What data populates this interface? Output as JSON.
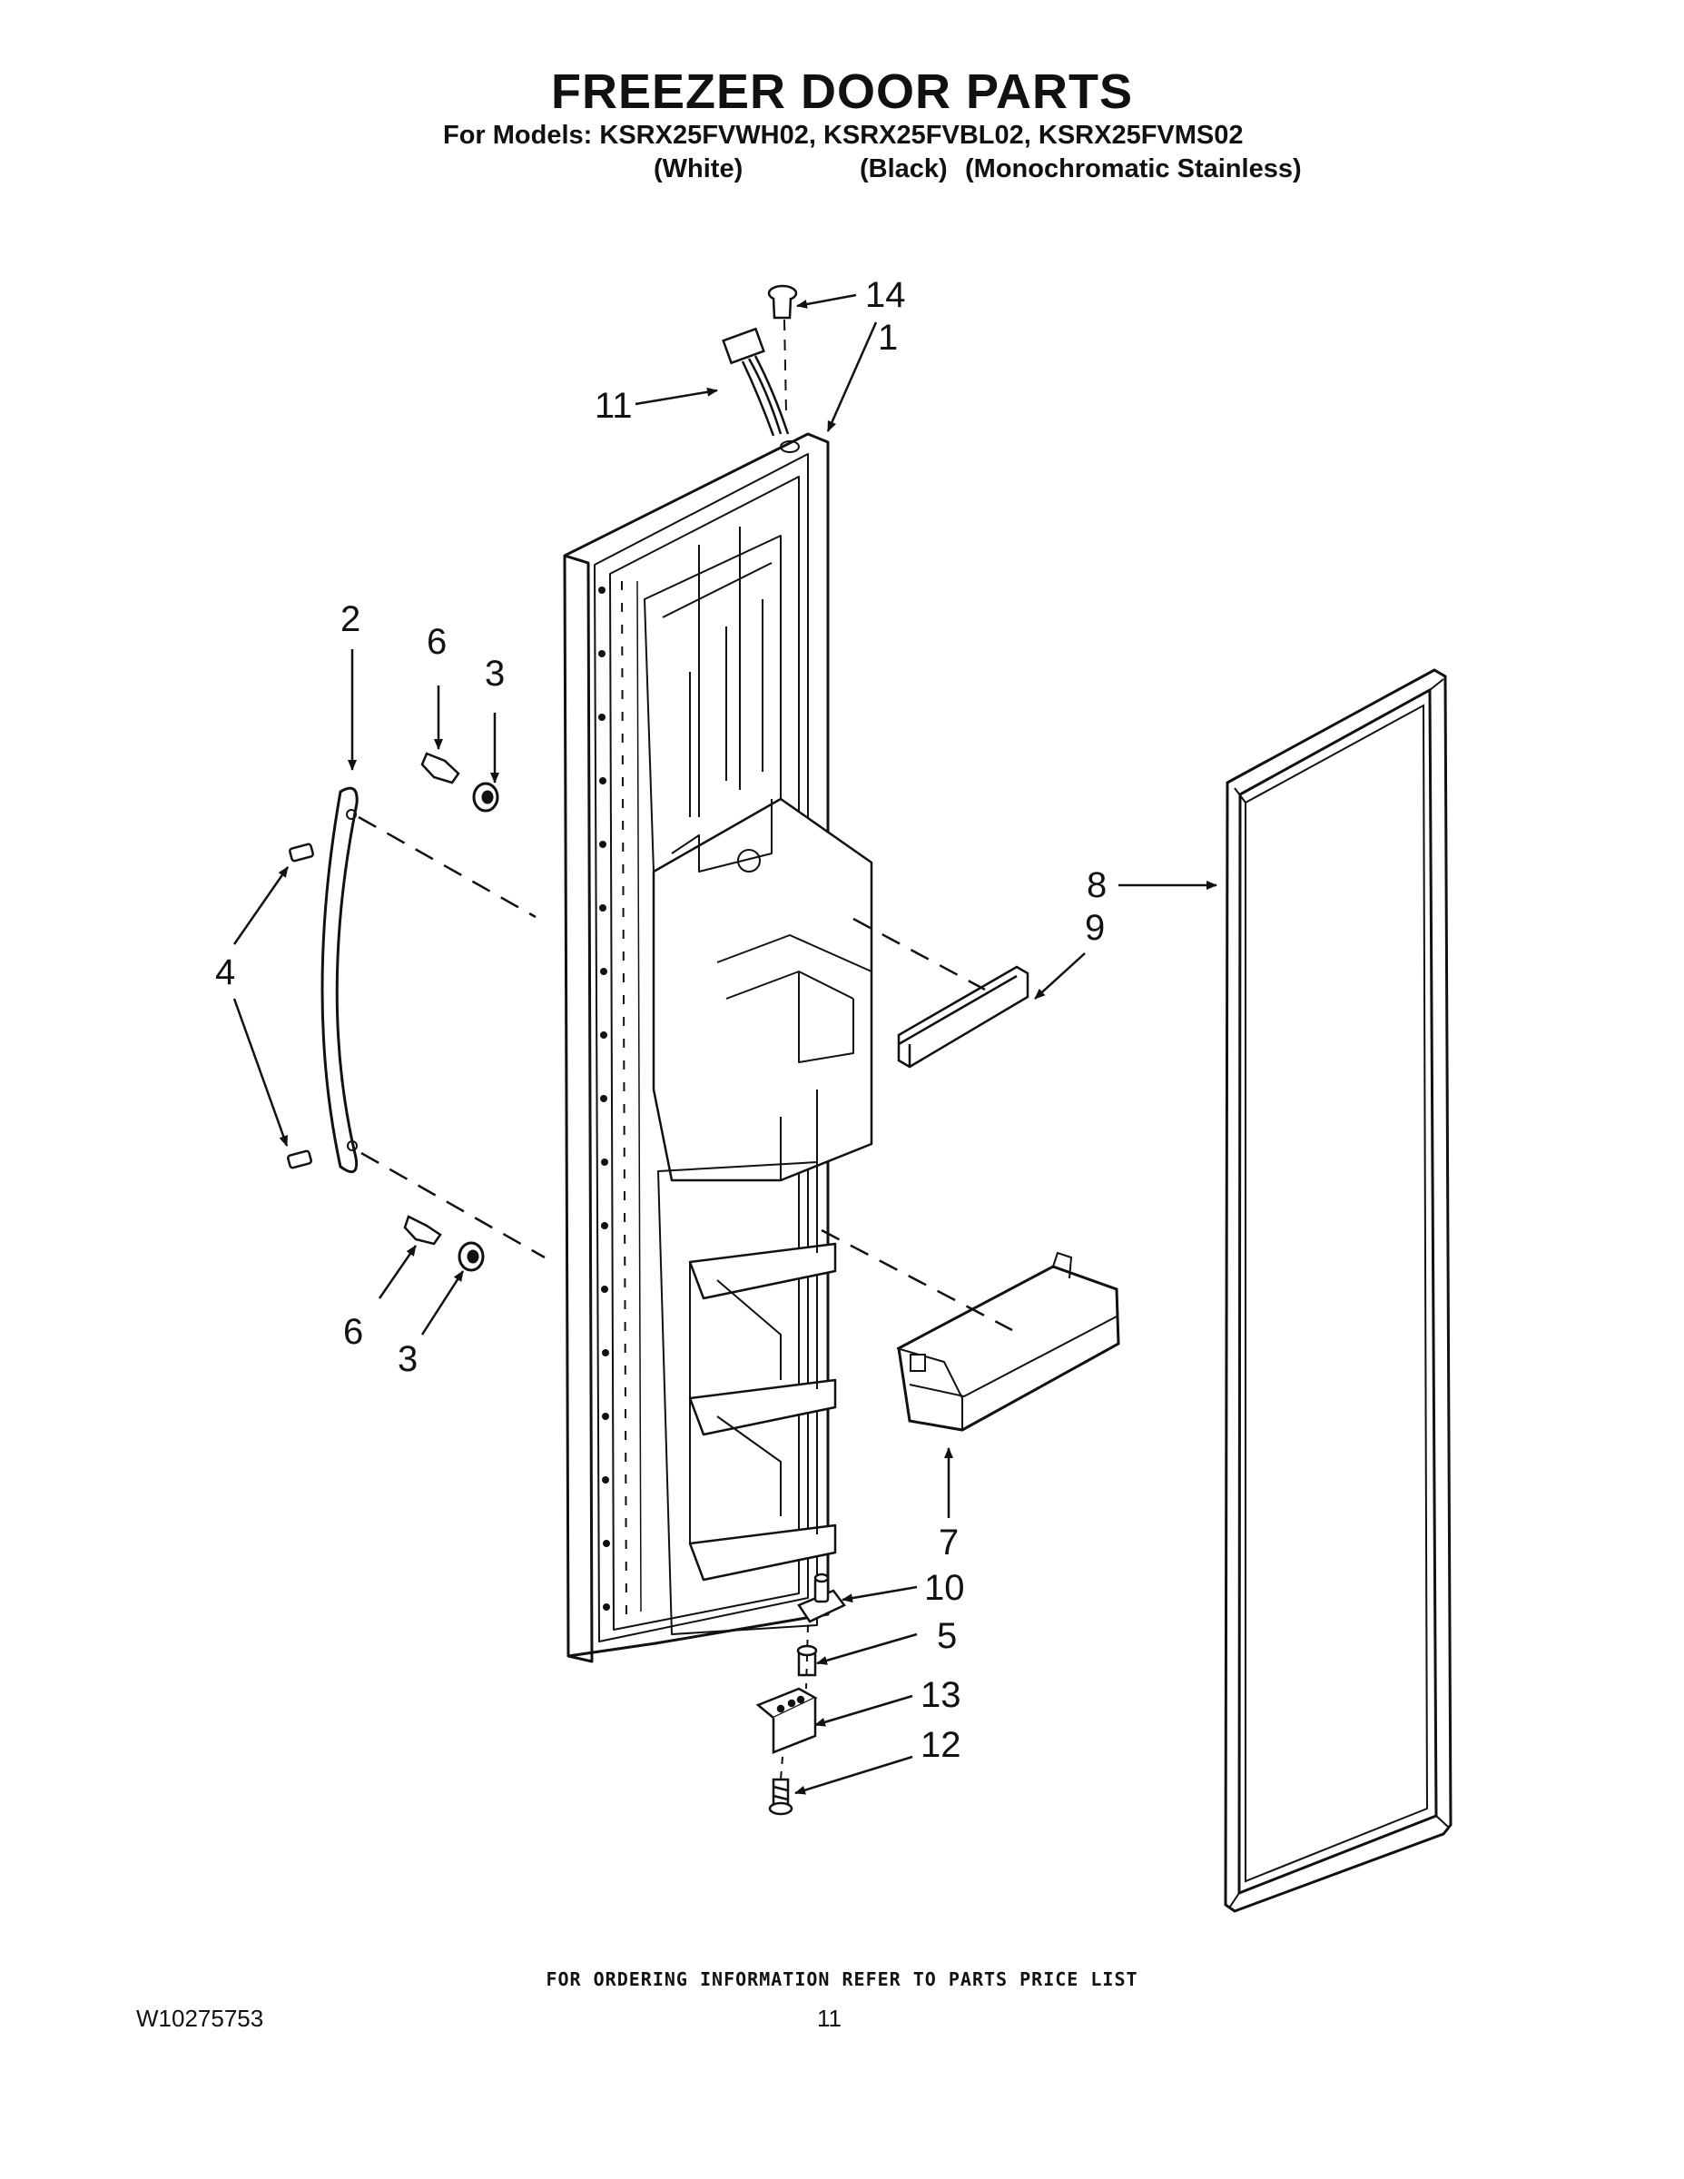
{
  "header": {
    "title": "FREEZER DOOR PARTS",
    "models_line": "For Models: KSRX25FVWH02, KSRX25FVBL02, KSRX25FVMS02",
    "color_white": "(White)",
    "color_black": "(Black)",
    "color_mono": "(Monochromatic Stainless)"
  },
  "callouts": {
    "c1": "1",
    "c2": "2",
    "c3a": "3",
    "c3b": "3",
    "c4": "4",
    "c5": "5",
    "c6a": "6",
    "c6b": "6",
    "c7": "7",
    "c8": "8",
    "c9": "9",
    "c10": "10",
    "c11": "11",
    "c12": "12",
    "c13": "13",
    "c14": "14"
  },
  "footer": {
    "note": "FOR ORDERING INFORMATION REFER TO PARTS PRICE LIST",
    "doc_number": "W10275753",
    "page_number": "11"
  }
}
